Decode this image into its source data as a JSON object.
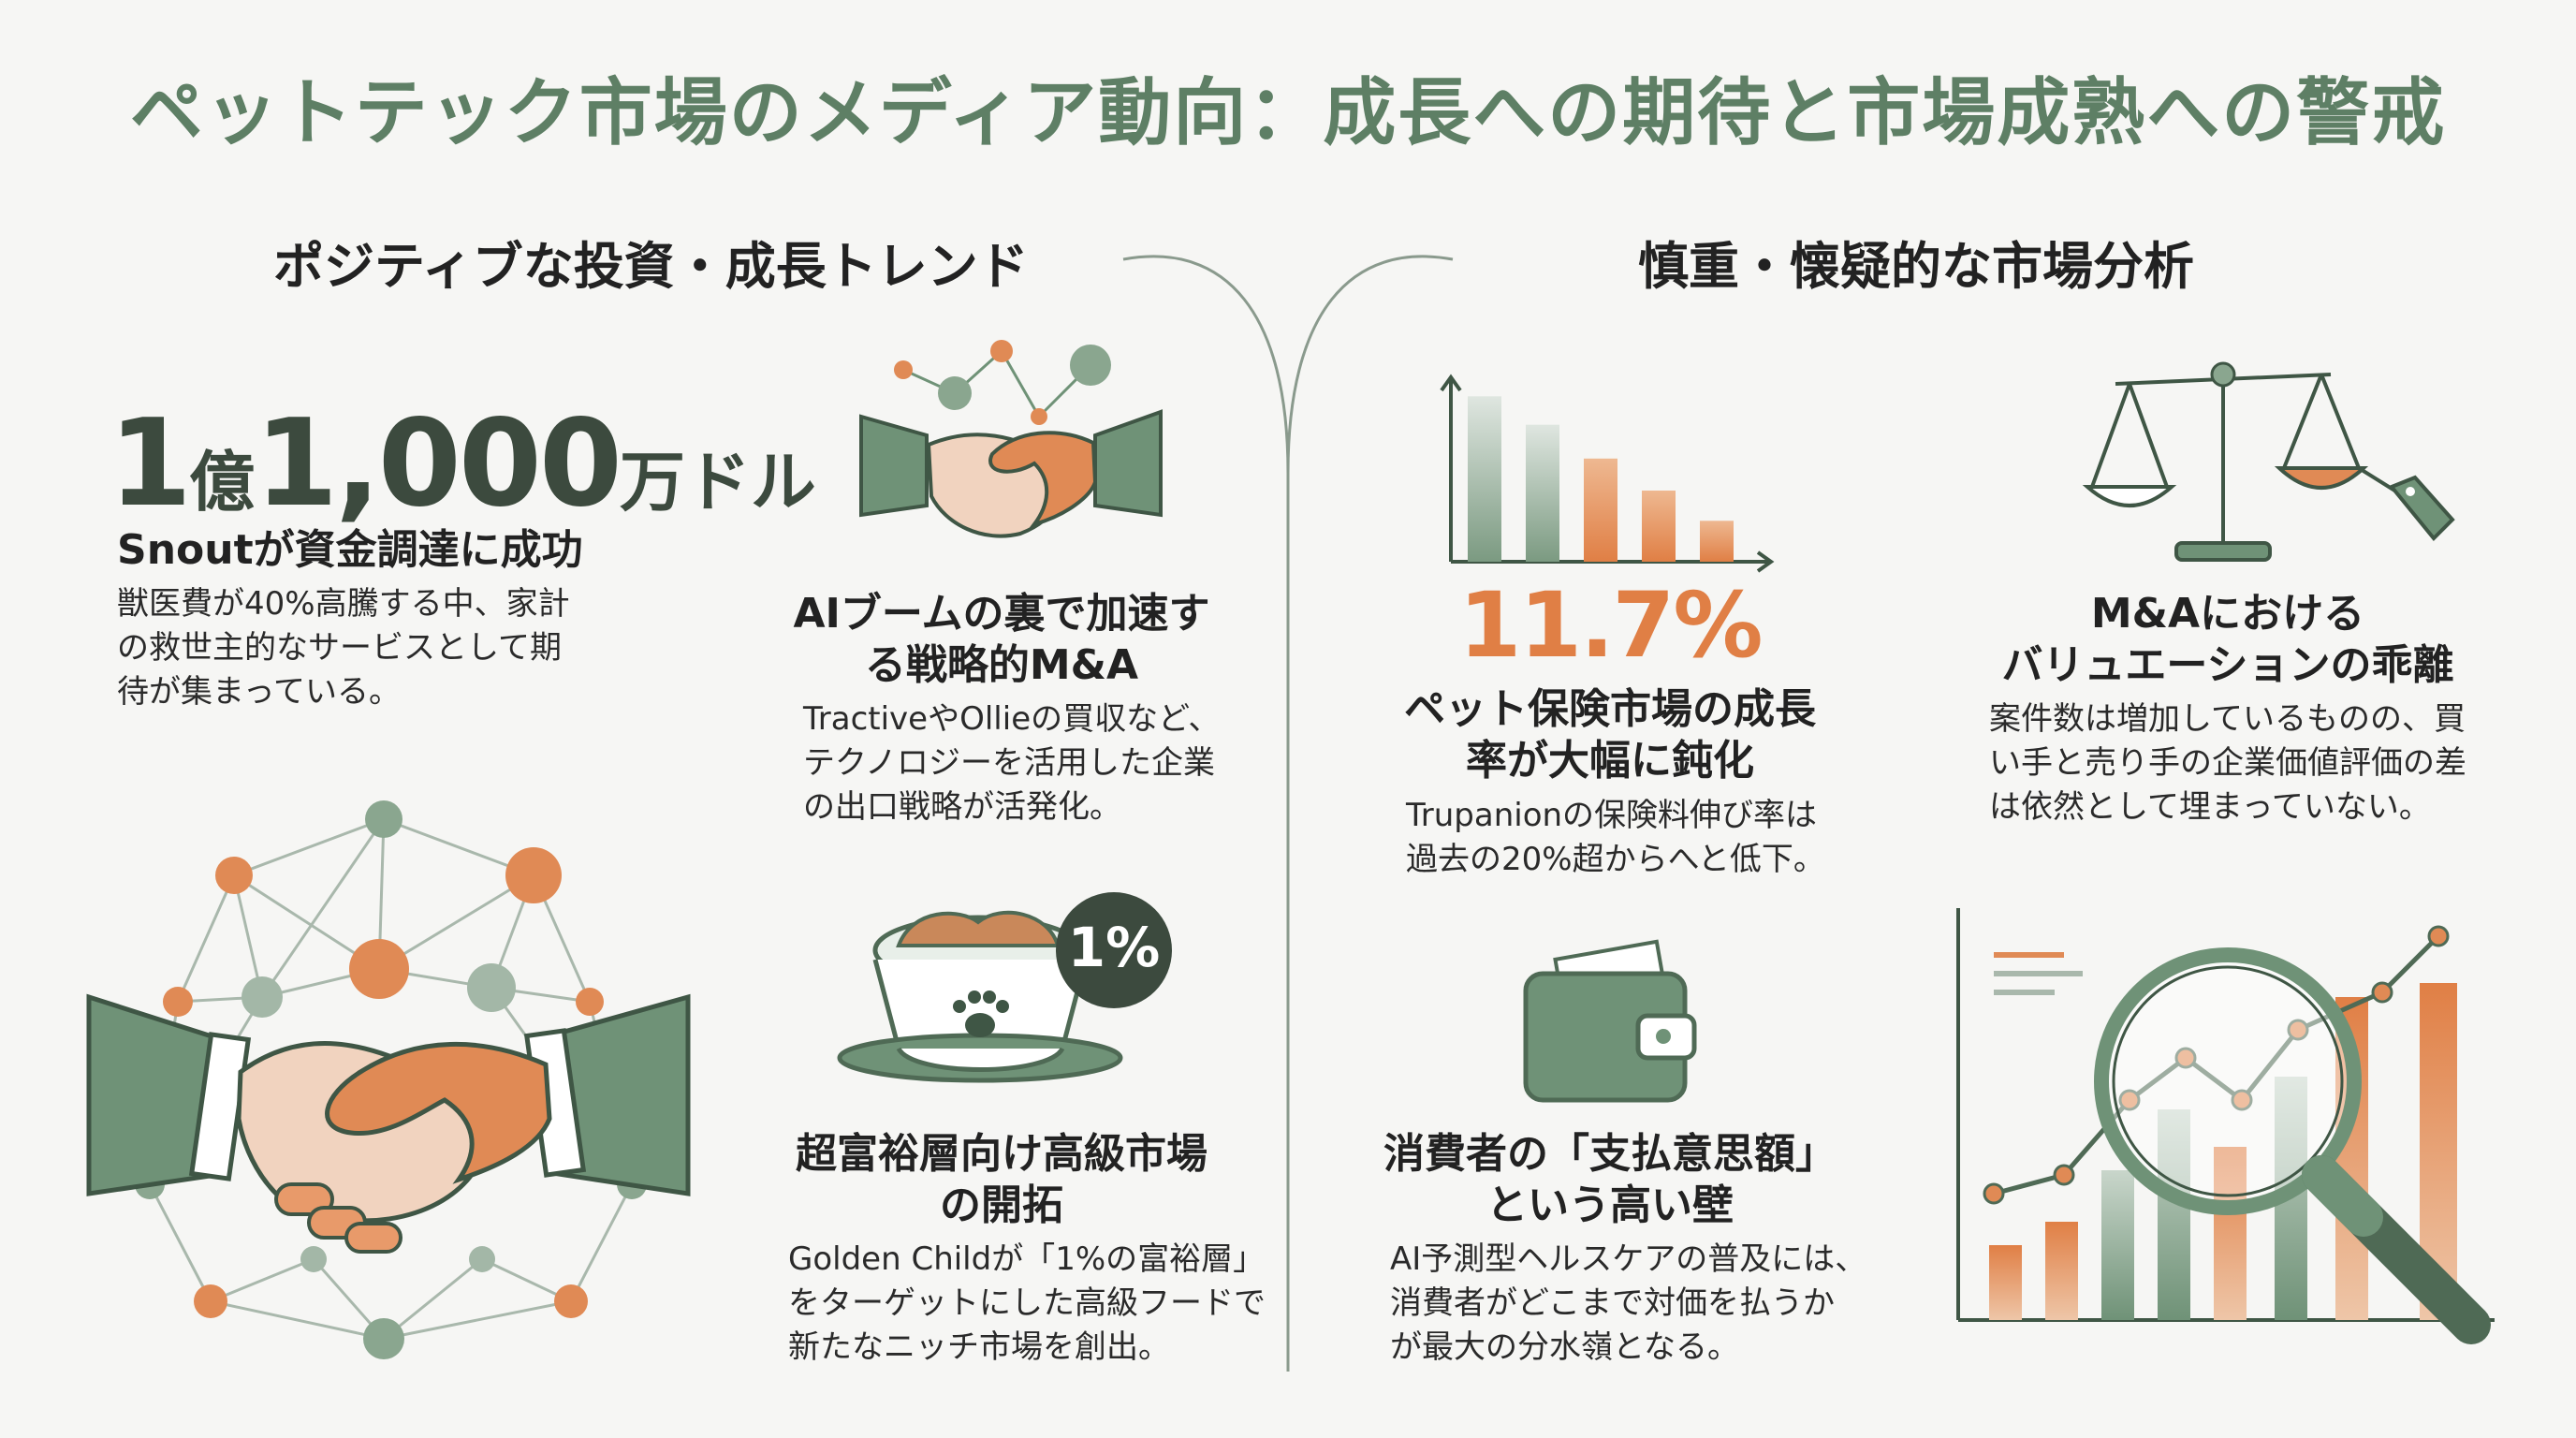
{
  "header": {
    "title": "ペットテック市場のメディア動向：成長への期待と市場成熟への警戒"
  },
  "left": {
    "heading": "ポジティブな投資・成長トレンド",
    "funding": {
      "amount_num1": "1",
      "amount_unit1": "億",
      "amount_num2": "1,000",
      "amount_unit2": "万ドル",
      "title": "Snoutが資金調達に成功",
      "body_lines": [
        "獣医費が40%高騰する中、家計",
        "の救世主的なサービスとして期",
        "待が集まっている。"
      ]
    },
    "ma": {
      "title_lines": [
        "AIブームの裏で加速す",
        "る戦略的M&A"
      ],
      "body_lines": [
        "TractiveやOllieの買収など、",
        "テクノロジーを活用した企業",
        "の出口戦略が活発化。"
      ]
    },
    "premium": {
      "badge": "1%",
      "title_lines": [
        "超富裕層向け高級市場",
        "の開拓"
      ],
      "body_lines": [
        "Golden Childが「1%の富裕層」",
        "をターゲットにした高級フードで",
        "新たなニッチ市場を創出。"
      ]
    }
  },
  "right": {
    "heading": "慎重・懐疑的な市場分析",
    "insurance": {
      "stat": "11.7%",
      "title_lines": [
        "ペット保険市場の成長",
        "率が大幅に鈍化"
      ],
      "body_lines": [
        "Trupanionの保険料伸び率は",
        "過去の20%超からへと低下。"
      ]
    },
    "valuation": {
      "title_lines": [
        "M&Aにおける",
        "バリュエーションの乖離"
      ],
      "body_lines": [
        "案件数は増加しているものの、買",
        "い手と売り手の企業価値評価の差",
        "は依然として埋まっていない。"
      ]
    },
    "wtp": {
      "title_lines": [
        "消費者の「支払意思額」",
        "という高い壁"
      ],
      "body_lines": [
        "AI予測型ヘルスケアの普及には、",
        "消費者がどこまで対価を払うか",
        "が最大の分水嶺となる。"
      ]
    }
  },
  "colors": {
    "green": "#6f9277",
    "green_dark": "#4f6a55",
    "orange": "#e07f45",
    "text": "#1e1e1e"
  },
  "chart_data": {
    "type": "bar",
    "values": [
      0.93,
      0.77,
      0.58,
      0.4,
      0.23
    ]
  }
}
